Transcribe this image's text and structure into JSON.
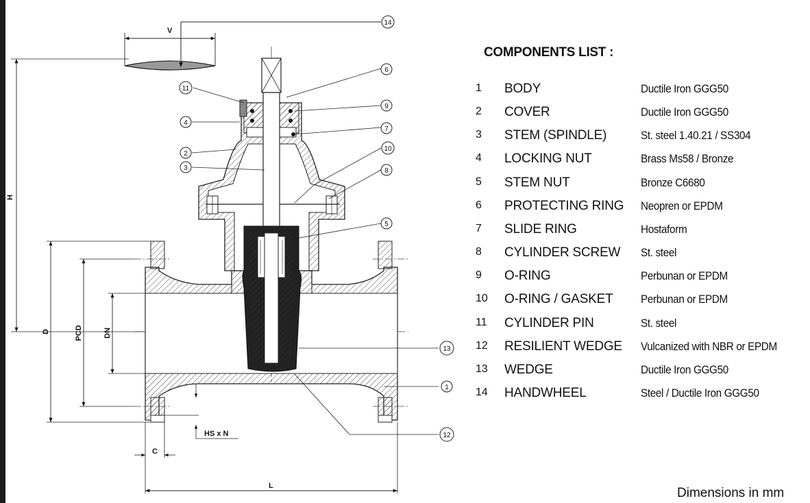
{
  "components_title": "COMPONENTS LIST :",
  "components": [
    {
      "num": "1",
      "part": "BODY",
      "material": "Ductile Iron GGG50"
    },
    {
      "num": "2",
      "part": "COVER",
      "material": "Ductile Iron GGG50"
    },
    {
      "num": "3",
      "part": "STEM (SPINDLE)",
      "material": "St. steel 1.40.21 / SS304"
    },
    {
      "num": "4",
      "part": "LOCKING NUT",
      "material": "Brass Ms58 / Bronze"
    },
    {
      "num": "5",
      "part": "STEM NUT",
      "material": "Bronze C6680"
    },
    {
      "num": "6",
      "part": "PROTECTING RING",
      "material": "Neopren or EPDM"
    },
    {
      "num": "7",
      "part": "SLIDE RING",
      "material": "Hostaform"
    },
    {
      "num": "8",
      "part": "CYLINDER SCREW",
      "material": "St. steel"
    },
    {
      "num": "9",
      "part": "O-RING",
      "material": "Perbunan or EPDM"
    },
    {
      "num": "10",
      "part": "O-RING / GASKET",
      "material": "Perbunan or EPDM"
    },
    {
      "num": "11",
      "part": "CYLINDER PIN",
      "material": "St. steel"
    },
    {
      "num": "12",
      "part": "RESILIENT WEDGE",
      "material": "Vulcanized with NBR or EPDM"
    },
    {
      "num": "13",
      "part": "WEDGE",
      "material": "Ductile Iron GGG50"
    },
    {
      "num": "14",
      "part": "HANDWHEEL",
      "material": "Steel / Ductile Iron GGG50"
    }
  ],
  "dimension_labels": {
    "V": "V",
    "H": "H",
    "D": "D",
    "PCD": "PCD",
    "DN": "DN",
    "HS": "HS x N",
    "C": "C",
    "L": "L"
  },
  "balloons": [
    "1",
    "2",
    "3",
    "4",
    "5",
    "6",
    "7",
    "8",
    "9",
    "10",
    "11",
    "12",
    "13",
    "14"
  ],
  "footer_note": "Dimensions in mm"
}
